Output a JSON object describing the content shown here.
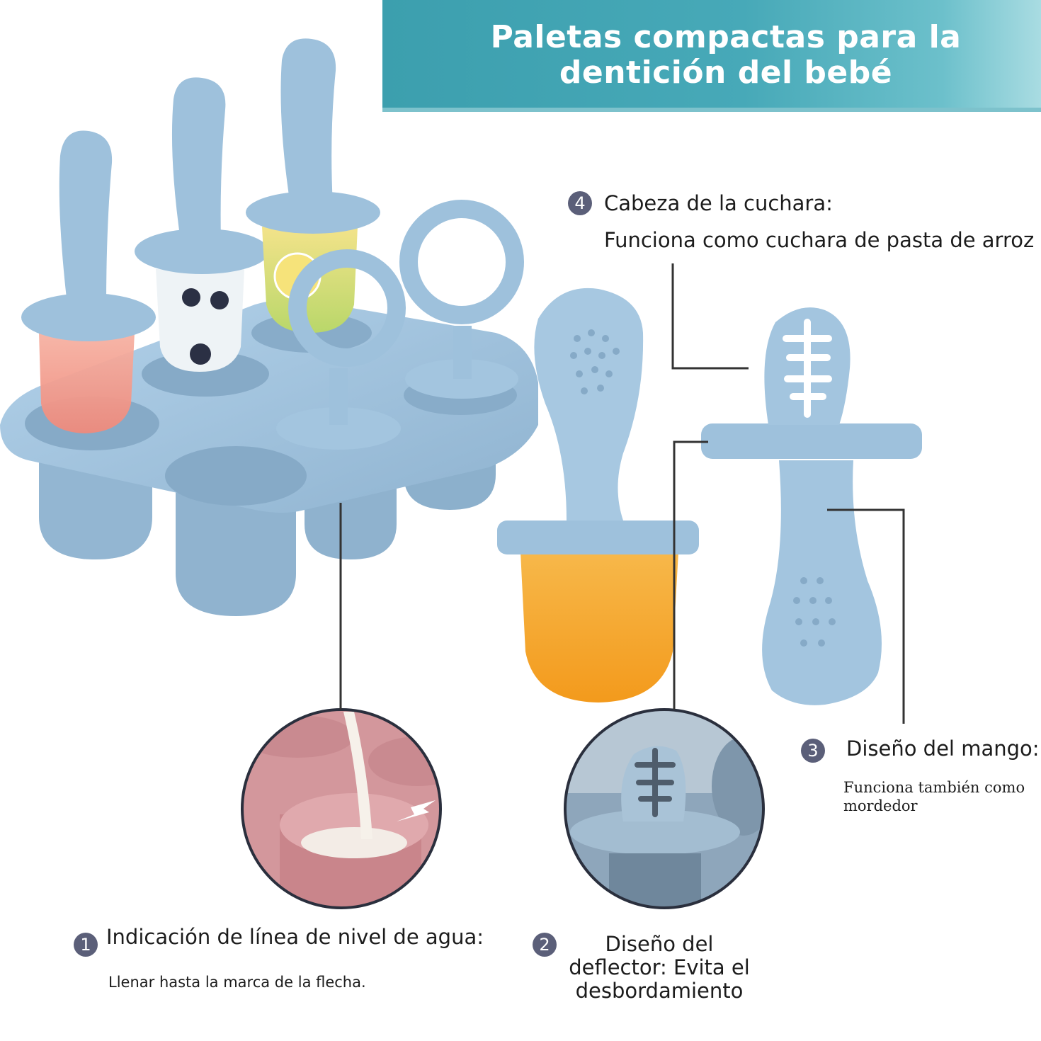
{
  "banner": {
    "title": "Paletas compactas para la dentición del bebé"
  },
  "features": [
    {
      "number": "1",
      "title": "Indicación de línea de nivel de agua:",
      "description": "Llenar hasta la marca de la flecha."
    },
    {
      "number": "2",
      "title": "Diseño del deflector: Evita el desbordamiento",
      "description": ""
    },
    {
      "number": "3",
      "title": "Diseño del mango:",
      "description": "Funciona también como mordedor"
    },
    {
      "number": "4",
      "title": "Cabeza de la cuchara:",
      "description": "Funciona como cuchara de pasta de arroz"
    }
  ],
  "colors": {
    "banner": "#47a9b8",
    "silicone_blue": "#9ec1dc",
    "badge": "#5b5f79",
    "leader_line": "#333333",
    "zoom_pink": "#d69aa0",
    "orange_pop": "#f5a52a"
  }
}
